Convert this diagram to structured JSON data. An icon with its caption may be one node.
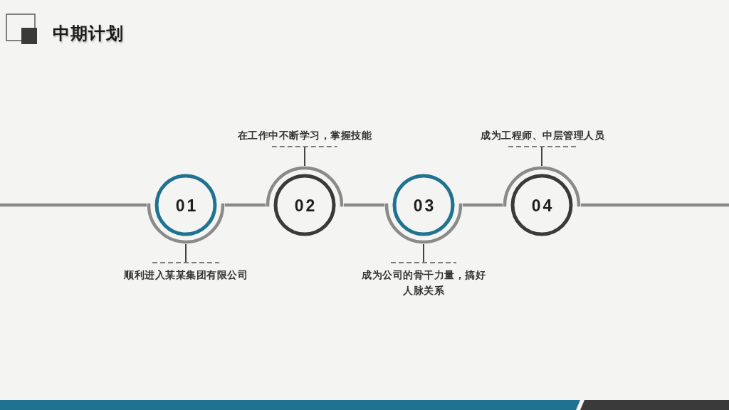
{
  "diagram": {
    "title": "中期计划",
    "nodes": [
      {
        "text": [
          "01"
        ]
      },
      {
        "text": [
          "顺利进入某某集团有限公司"
        ]
      },
      {
        "text": [
          "02"
        ]
      },
      {
        "text": [
          "在工作中不断学习，掌握技能"
        ]
      },
      {
        "text": [
          "03"
        ]
      },
      {
        "text": [
          "成为公司的骨干力量，搞好人脉关系"
        ]
      },
      {
        "text": [
          "04"
        ]
      },
      {
        "text": [
          "成为工程师、中层管理人员"
        ]
      }
    ],
    "edges": [
      {
        "from": null,
        "to": 0,
        "arrow": "none"
      },
      {
        "from": 0,
        "to": 2,
        "arrow": "none"
      },
      {
        "from": 2,
        "to": 4,
        "arrow": "none"
      },
      {
        "from": 4,
        "to": 6,
        "arrow": "none"
      },
      {
        "from": 6,
        "to": null,
        "arrow": "none"
      },
      {
        "from": 1,
        "to": 0,
        "arrow": "none",
        "color": "#444444"
      },
      {
        "from": 3,
        "to": 2,
        "arrow": "none",
        "color": "#444444"
      },
      {
        "from": 5,
        "to": 4,
        "arrow": "none",
        "color": "#444444"
      },
      {
        "from": 7,
        "to": 6,
        "arrow": "none",
        "color": "#444444"
      }
    ]
  }
}
